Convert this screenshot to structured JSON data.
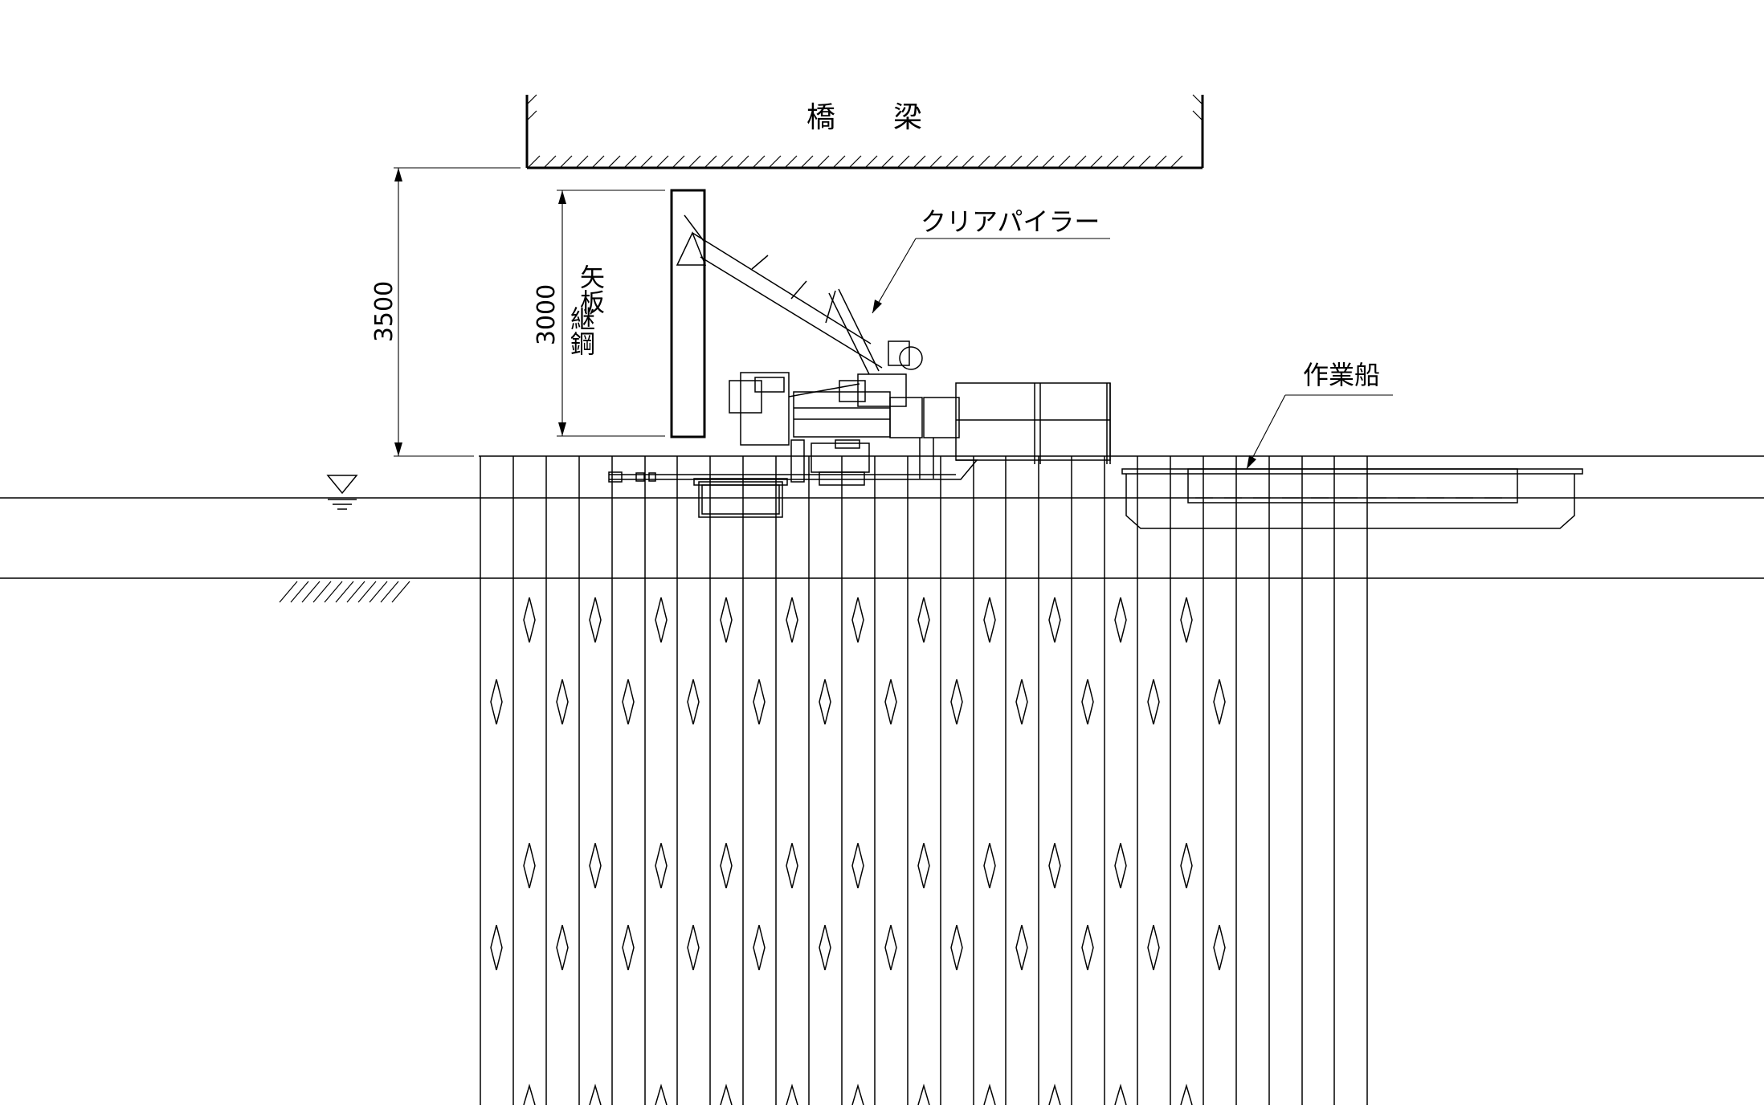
{
  "labels": {
    "bridge": "橋　　梁",
    "pile_machine": "クリアパイラー",
    "work_boat": "作業船",
    "sheet_pile_line1": "継鋼",
    "sheet_pile_line2": "矢板",
    "dim_total": "3500",
    "dim_pile": "3000"
  },
  "icons": {
    "water_level": "water-level-symbol",
    "ground": "ground-hatch-symbol"
  }
}
